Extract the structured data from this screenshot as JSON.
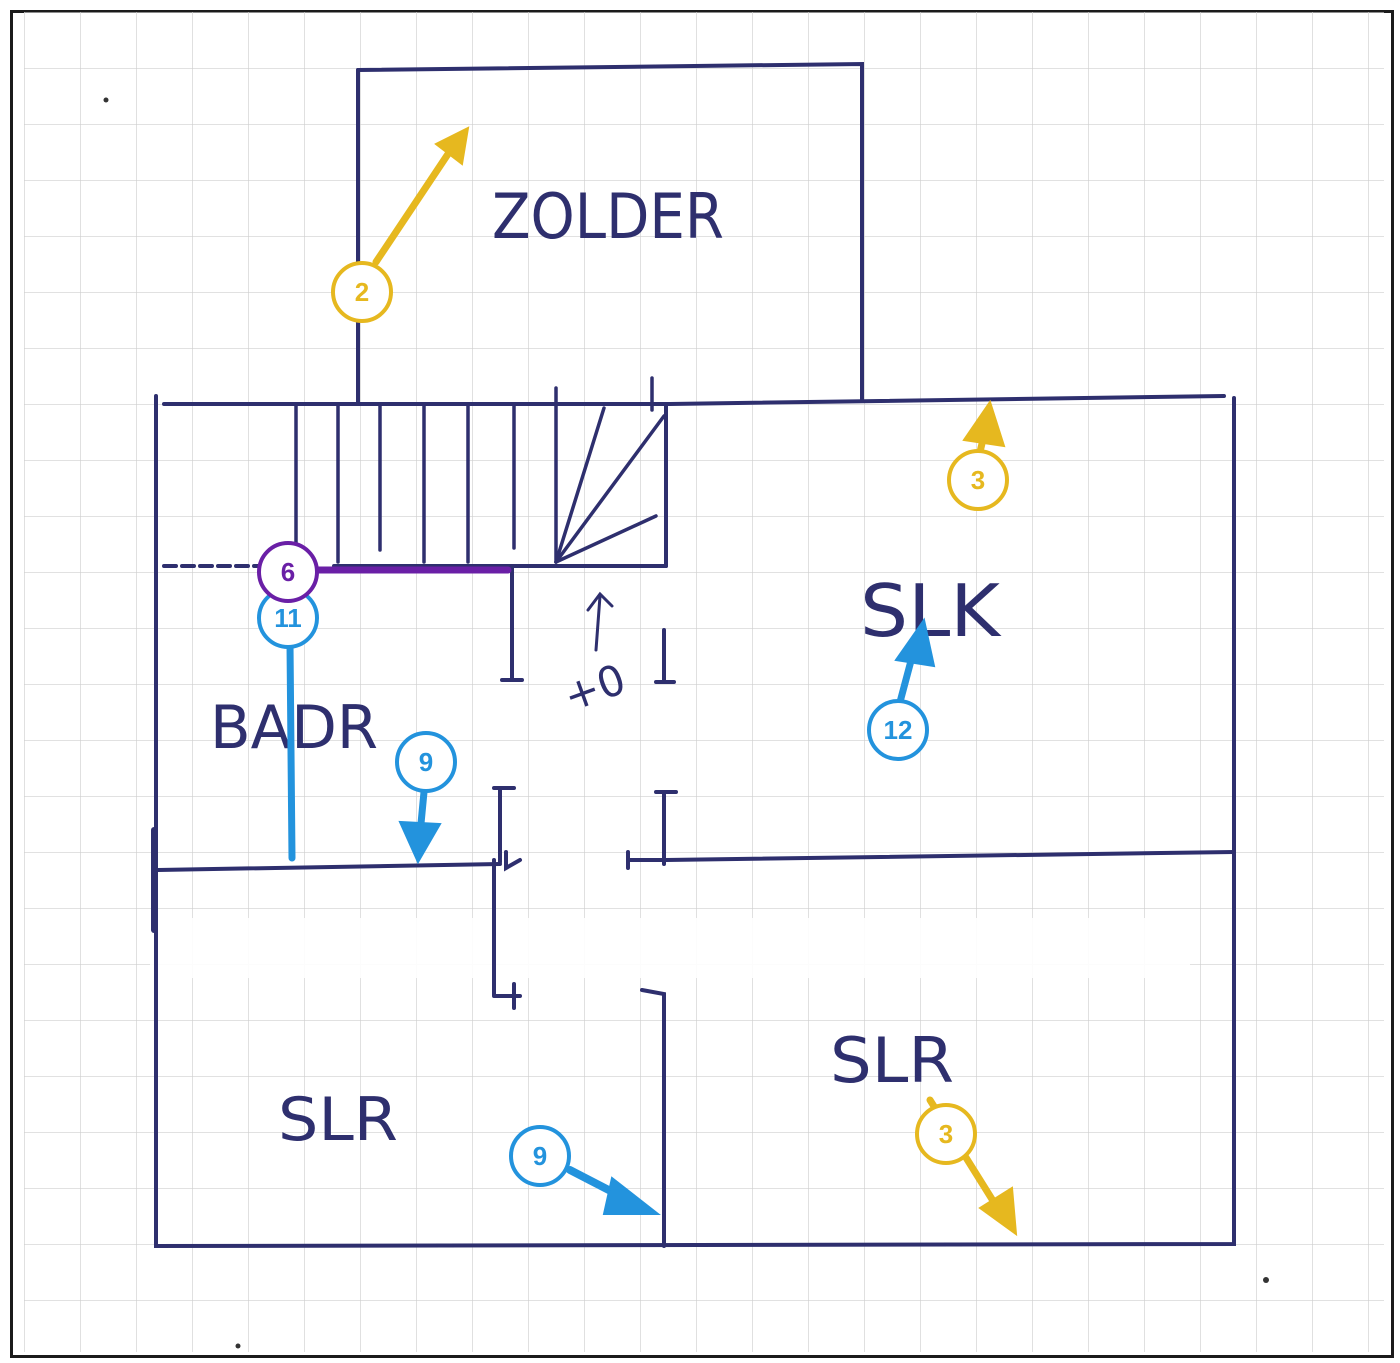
{
  "rooms": {
    "zolder": "ZOLDER",
    "slk_top": "SLK",
    "badr": "BADR",
    "slr_bottom_left": "SLR",
    "slr_bottom_right": "SLR",
    "stair_label": "+0"
  },
  "markers": [
    {
      "label": "2",
      "color": "#e6b81f"
    },
    {
      "label": "3",
      "color": "#e6b81f"
    },
    {
      "label": "6",
      "color": "#6a1fa6"
    },
    {
      "label": "11",
      "color": "#2393dd"
    },
    {
      "label": "12",
      "color": "#2393dd"
    },
    {
      "label": "9",
      "color": "#2393dd"
    },
    {
      "label": "9",
      "color": "#2393dd"
    },
    {
      "label": "3",
      "color": "#e6b81f"
    }
  ],
  "colors": {
    "ink": "#2e2f6e",
    "grid": "#c9c9c9",
    "yellow": "#e6b81f",
    "blue": "#2393dd",
    "purple": "#6a1fa6"
  }
}
